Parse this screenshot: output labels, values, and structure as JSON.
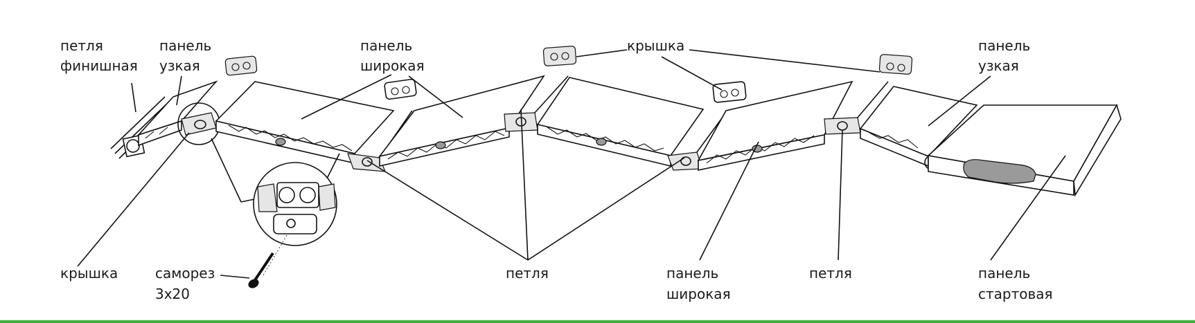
{
  "labels": {
    "petlya_finish_1": "петля",
    "petlya_finish_2": "финишная",
    "panel_uzk_left_1": "панель",
    "panel_uzk_left_2": "узкая",
    "panel_shir_top_1": "панель",
    "panel_shir_top_2": "широкая",
    "kryshka_top": "крышка",
    "panel_uzk_right_1": "панель",
    "panel_uzk_right_2": "узкая",
    "kryshka_bottom": "крышка",
    "samorez_1": "саморез",
    "samorez_2": "3x20",
    "petlya_center": "петля",
    "panel_shir_bottom_1": "панель",
    "panel_shir_bottom_2": "широкая",
    "petlya_right": "петля",
    "panel_start_1": "панель",
    "panel_start_2": "стартовая"
  },
  "colors": {
    "line": "#111111",
    "text": "#1a1a1a",
    "bottom_bar": "#3db13d",
    "background": "#ffffff"
  }
}
